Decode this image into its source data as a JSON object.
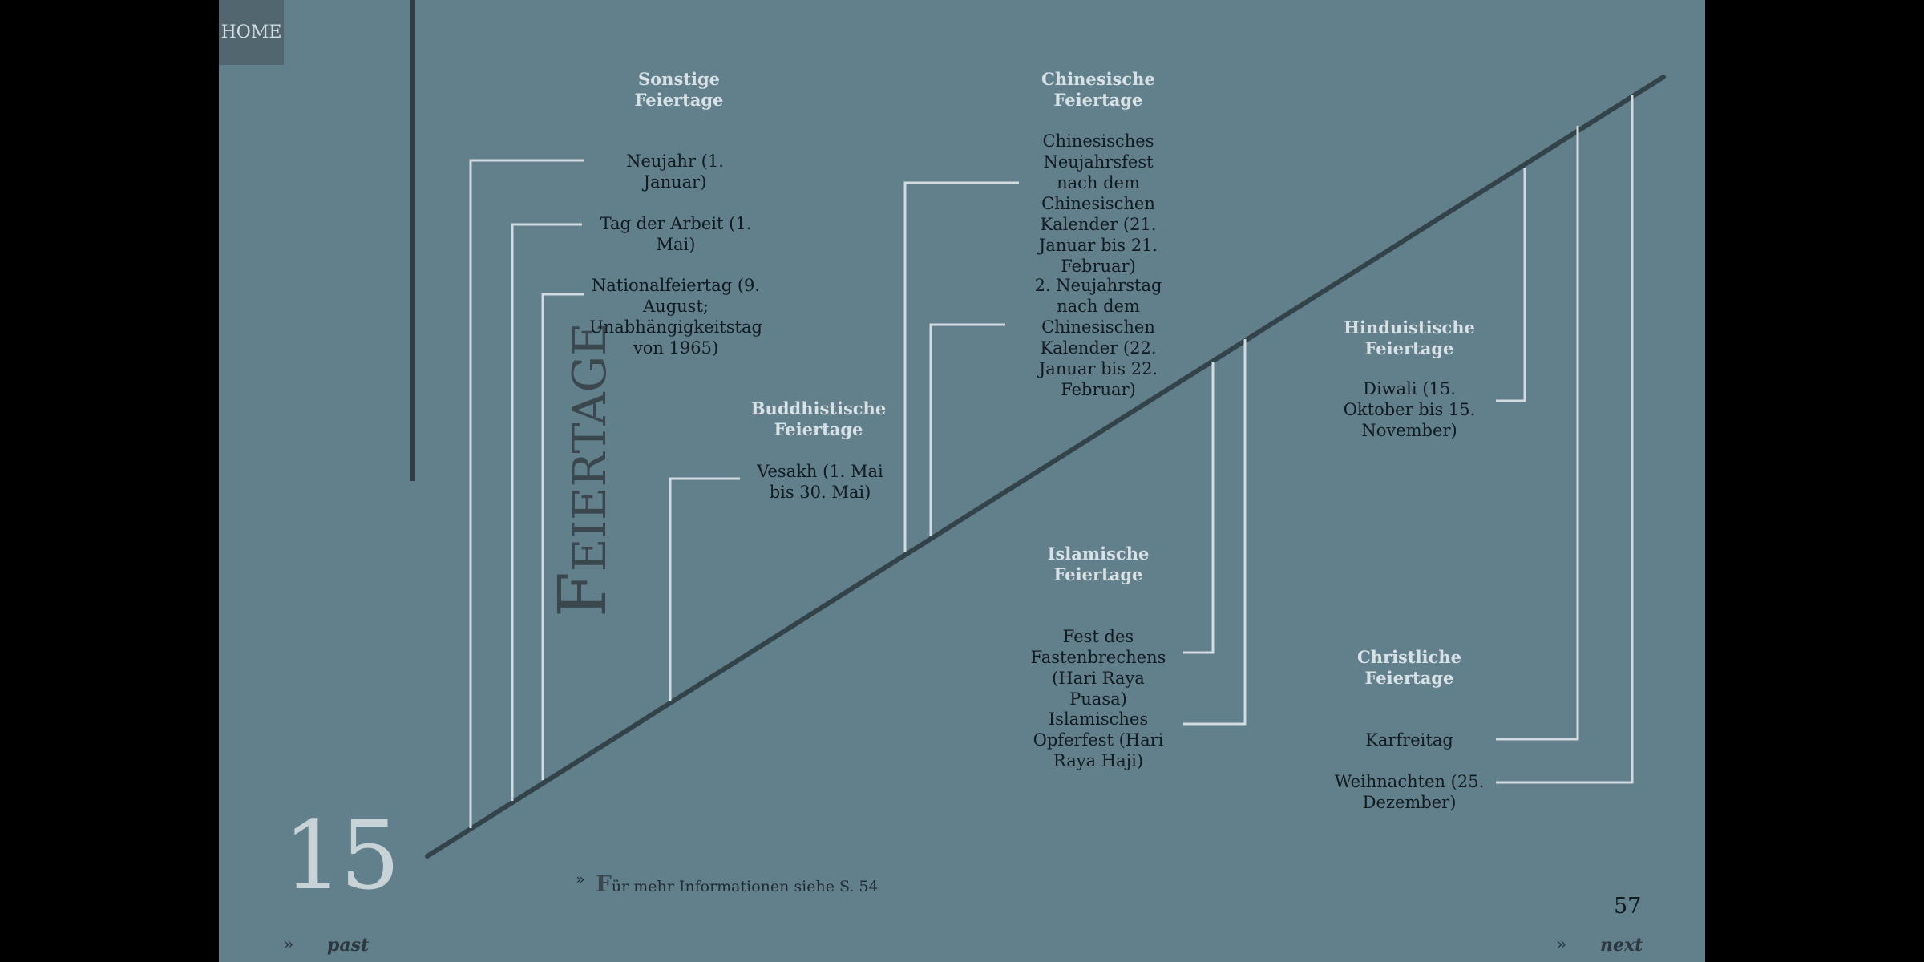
{
  "page": {
    "home_label": "HOME",
    "title": "Feiertage",
    "chapter_number": "15",
    "page_number": "57",
    "footnote_chevron": "»",
    "footnote_initial": "F",
    "footnote_rest": "ür mehr Informationen siehe S. 54",
    "nav_past_chevron": "»",
    "nav_past": "past",
    "nav_next_chevron": "»",
    "nav_next": "next"
  },
  "groups": [
    {
      "heading": "Sonstige Feiertage",
      "items": [
        "Neujahr (1. Januar)",
        "Tag der Arbeit (1. Mai)",
        "Nationalfeiertag (9. August; Unabhängigkeitstag von 1965)"
      ]
    },
    {
      "heading": "Buddhistische Feiertage",
      "items": [
        "Vesakh (1. Mai bis 30. Mai)"
      ]
    },
    {
      "heading": "Chinesische Feiertage",
      "items": [
        "Chinesisches Neujahrsfest nach dem Chinesischen Kalender (21. Januar bis 21. Februar)",
        "2. Neujahrstag nach dem Chinesischen Kalender (22. Januar bis 22. Februar)"
      ]
    },
    {
      "heading": "Islamische Feiertage",
      "items": [
        "Fest des Fastenbrechens (Hari Raya Puasa)",
        "Islamisches Opferfest (Hari Raya Haji)"
      ]
    },
    {
      "heading": "Hinduistische Feiertage",
      "items": [
        "Diwali (15. Oktober bis 15. November)"
      ]
    },
    {
      "heading": "Christliche Feiertage",
      "items": [
        "Karfreitag",
        "Weihnachten (25. Dezember)"
      ]
    }
  ],
  "colors": {
    "page_bg": "#627f8c",
    "timeline": "#33434a",
    "connector": "#d2dbe0",
    "heading": "#d8e1e5",
    "text": "#111a1e"
  }
}
